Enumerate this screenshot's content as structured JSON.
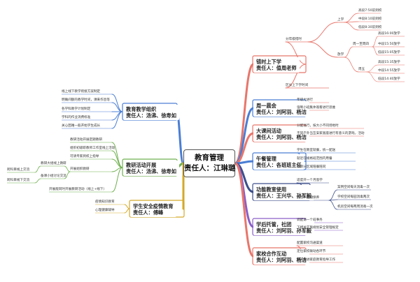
{
  "center": {
    "title": "教育管理",
    "owner": "责任人：江琳璐"
  },
  "colors": {
    "red": "#e8766b",
    "blue": "#4a7ed4",
    "green": "#6fb04f",
    "purple": "#8a5ec8",
    "gold": "#d4a92a",
    "pink": "#e0608a",
    "navy": "#3d4f8a"
  },
  "right": {
    "b1": {
      "title": "错时上下学",
      "owner": "责任人：值周老师",
      "arrange": "分年级错时",
      "upper": "上学",
      "lower": "放学",
      "upper_items": [
        "高段7:50前到校",
        "中段8:10前到校",
        "低段8:30前到校"
      ],
      "grades": [
        "周一至周四",
        "周五"
      ],
      "mon_thu": [
        "高段16:00放学",
        "中段15:50放学",
        "低段15:05放学"
      ],
      "fri": [
        "高段15:35放学",
        "中段14:55放学",
        "低段14:40放学"
      ],
      "monitor": "区长上下学时间"
    },
    "b2": {
      "title": "周一晨会",
      "owner": "责任人：刘阿羽、杨洁",
      "items": [
        "年级大进行",
        "强制小班集体观看进行思维"
      ]
    },
    "b3": {
      "title": "大课间活动",
      "owner": "责任人：刘阿羽、杨洁",
      "items": [
        "分配进行，按大小不同场地时",
        "不同户外当互安家富座进行有意义的游戏，活动"
      ]
    },
    "b4": {
      "title": "午餐管理",
      "owner": "责任人：各班班主任",
      "items": [
        "学生在教室就餐，统一配送",
        "就近在规格班范围内用餐",
        "教师分区域陪餐陪同"
      ]
    },
    "b5": {
      "title": "功能教室使用",
      "owner": "责任人：王兴华、孙军毅",
      "items": [
        "适度开一个月窗学",
        "责任人定期保养"
      ],
      "sub": [
        "案例空间每天消毒一次",
        "学校空间每园消毒两次",
        "机房空间每两周消毒一次"
      ]
    },
    "b6": {
      "title": "学后托管，社团",
      "owner": "责任人：刘阿羽、孙军毅",
      "items": [
        "调配第一个班事务",
        "下相关实施规划安全管理规定"
      ]
    },
    "b7": {
      "title": "家校合作互动",
      "owner": "责任人：刘阿羽、杨洁",
      "items": [
        "配置家校沟通渠道",
        "定位家校联动各环节",
        "深入推进家庭教育指导工作"
      ]
    }
  },
  "left": {
    "b1": {
      "title": "教育教学组织",
      "owner": "责任人：汤沸、徐寿如",
      "items": [
        "线上线下教学衔接方案制定",
        "明确间额的教学时间，课来作息等",
        "各学科教学计划制定",
        "学科的作业消费标准",
        "关心困难一般开始学生成长"
      ]
    },
    "b2": {
      "title": "教研活动开展",
      "owner": "责任人：汤沸、徐寿如",
      "items": [
        "教研活动开展定期教研",
        "组织初级职教师工作室线上活动",
        "可请专家到校上指导",
        "开展组织教研",
        "开展能同时开展教研活动（线上+线下）"
      ],
      "sub_head": "教研大组线上教研",
      "sub_mid": "备课小组讨论交流",
      "sub2": [
        "跨科目线上交流",
        "跨科目线下交流"
      ]
    },
    "b3": {
      "title": "学生安全疫情教育",
      "owner": "责任人：傅峰",
      "items": [
        "疫情知识教育",
        "心理健康辅导"
      ]
    }
  }
}
